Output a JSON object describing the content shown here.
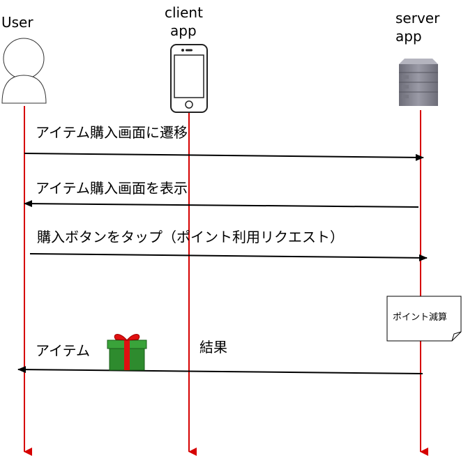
{
  "actors": {
    "user": {
      "label": "User",
      "icon": "user-icon"
    },
    "client": {
      "line1": "client",
      "line2": "app",
      "icon": "smartphone-icon"
    },
    "server": {
      "line1": "server",
      "line2": "app",
      "icon": "server-icon"
    }
  },
  "messages": [
    {
      "text": "アイテム購入画面に遷移",
      "from": "user",
      "to": "server"
    },
    {
      "text": "アイテム購入画面を表示",
      "from": "server",
      "to": "user"
    },
    {
      "text": "購入ボタンをタップ（ポイント利用リクエスト）",
      "from": "user",
      "to": "server"
    },
    {
      "text": "アイテム",
      "from": "server",
      "to": "user",
      "icon": "gift-box-icon"
    }
  ],
  "result_label": "結果",
  "note": {
    "text": "ポイント減算"
  },
  "colors": {
    "lifeline": "#d60000",
    "arrow": "#000000",
    "gift_green": "#2e8b2e",
    "gift_ribbon": "#e01010",
    "server_gray": "#8a8a96"
  }
}
